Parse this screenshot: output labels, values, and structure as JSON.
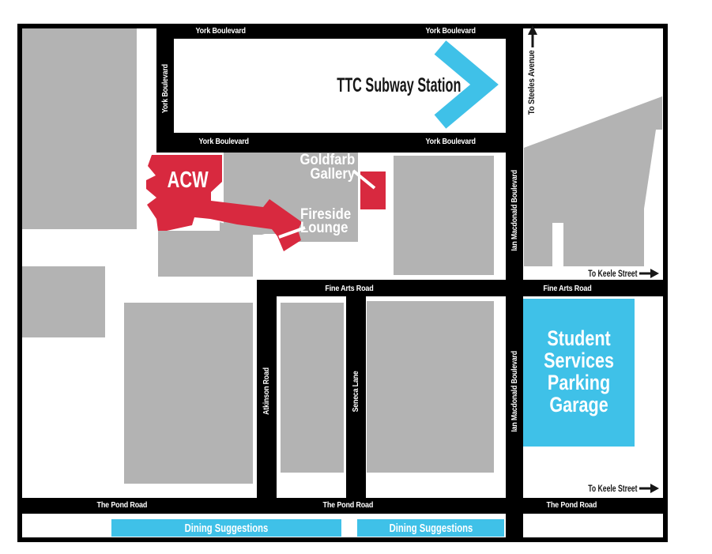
{
  "colors": {
    "road": "#000000",
    "building": "#b3b3b3",
    "highlight_red": "#d8293f",
    "accent_cyan": "#3fc1e8",
    "background": "#ffffff"
  },
  "roads": {
    "york_boulevard": "York Boulevard",
    "fine_arts_road": "Fine Arts Road",
    "the_pond_road": "The Pond Road",
    "ian_macdonald_boulevard": "Ian Macdonald Boulevard",
    "atkinson_road": "Atkinson Road",
    "seneca_lane": "Seneca Lane"
  },
  "places": {
    "ttc_subway_station": "TTC Subway Station",
    "acw": "ACW",
    "goldfarb_gallery": "Goldfarb\nGallery",
    "fireside_lounge": "Fireside\nLounge",
    "parking_garage": "Student\nServices\nParking\nGarage"
  },
  "directions": {
    "to_steeles_avenue": "To Steeles Avenue",
    "to_keele_street": "To Keele Street"
  },
  "banners": {
    "dining_suggestions": "Dining Suggestions"
  }
}
